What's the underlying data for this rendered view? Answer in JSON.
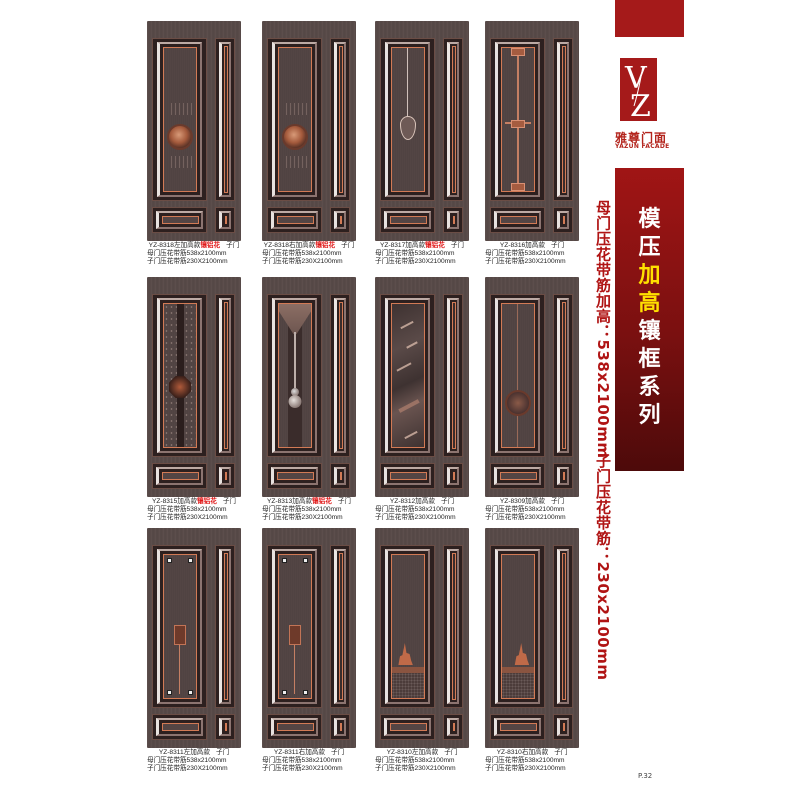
{
  "brand": {
    "logo_letters": "YZ",
    "name_cn": "雅尊门面",
    "name_en": "YAZUN FACADE",
    "accent_color": "#a51a1a",
    "highlight_color": "#ffe000"
  },
  "series": {
    "title_chars": [
      "模",
      "压",
      "加",
      "高",
      "镶",
      "框",
      "系",
      "列"
    ],
    "highlighted_indices": [
      2,
      3
    ],
    "spec_main": "母门压花带筋加高：538x2100mm",
    "spec_sub": "子门压花带筋：230x2100mm"
  },
  "page_number": "P.32",
  "doors": [
    {
      "model": "YZ-8318左加高款",
      "tag": "镶铝花",
      "sub": "子门",
      "line2": "母门压花带筋538x2100mm",
      "line3": "子门压花带筋230X2100mm",
      "decor": "medallion-round"
    },
    {
      "model": "YZ-8318右加高款",
      "tag": "镶铝花",
      "sub": "子门",
      "line2": "母门压花带筋538x2100mm",
      "line3": "子门压花带筋230X2100mm",
      "decor": "medallion-round"
    },
    {
      "model": "YZ-8317加高款",
      "tag": "镶铝花",
      "sub": "子门",
      "line2": "母门压花带筋538x2100mm",
      "line3": "子门压花带筋230X2100mm",
      "decor": "pendant-drop"
    },
    {
      "model": "YZ-8316加高款",
      "tag": "",
      "sub": "子门",
      "line2": "母门压花带筋538x2100mm",
      "line3": "子门压花带筋230X2100mm",
      "decor": "cross-bar"
    },
    {
      "model": "YZ-8315加高款",
      "tag": "镶铝花",
      "sub": "子门",
      "line2": "母门压花带筋538x2100mm",
      "line3": "子门压花带筋230X2100mm",
      "decor": "octagon-emblem"
    },
    {
      "model": "YZ-8313加高款",
      "tag": "镶铝花",
      "sub": "子门",
      "line2": "母门压花带筋538x2100mm",
      "line3": "子门压花带筋230X2100mm",
      "decor": "gourd-fan"
    },
    {
      "model": "YZ-8312加高款",
      "tag": "",
      "sub": "子门",
      "line2": "母门压花带筋538x2100mm",
      "line3": "子门压花带筋230X2100mm",
      "decor": "marble-mountain"
    },
    {
      "model": "YZ-8309加高款",
      "tag": "",
      "sub": "子门",
      "line2": "母门压花带筋538x2100mm",
      "line3": "子门压花带筋230X2100mm",
      "decor": "medallion-flower"
    },
    {
      "model": "YZ-8311左加高款",
      "tag": "",
      "sub": "子门",
      "line2": "母门压花带筋538x2100mm",
      "line3": "子门压花带筋230X2100mm",
      "decor": "seal-rod"
    },
    {
      "model": "YZ-8311右加高款",
      "tag": "",
      "sub": "子门",
      "line2": "母门压花带筋538x2100mm",
      "line3": "子门压花带筋230X2100mm",
      "decor": "seal-rod"
    },
    {
      "model": "YZ-8310左加高款",
      "tag": "",
      "sub": "子门",
      "line2": "母门压花带筋538x2100mm",
      "line3": "子门压花带筋230X2100mm",
      "decor": "deer"
    },
    {
      "model": "YZ-8310右加高款",
      "tag": "",
      "sub": "子门",
      "line2": "母门压花带筋538x2100mm",
      "line3": "子门压花带筋230X2100mm",
      "decor": "deer"
    }
  ]
}
